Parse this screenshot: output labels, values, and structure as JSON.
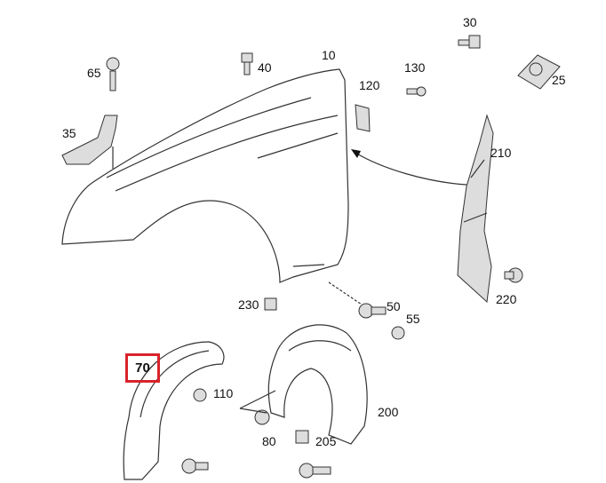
{
  "parts": [
    {
      "id": "30"
    },
    {
      "id": "65"
    },
    {
      "id": "40"
    },
    {
      "id": "10"
    },
    {
      "id": "130"
    },
    {
      "id": "25"
    },
    {
      "id": "120"
    },
    {
      "id": "35"
    },
    {
      "id": "210"
    },
    {
      "id": "220"
    },
    {
      "id": "230"
    },
    {
      "id": "50"
    },
    {
      "id": "55"
    },
    {
      "id": "110"
    },
    {
      "id": "200"
    },
    {
      "id": "80"
    },
    {
      "id": "205"
    }
  ],
  "highlighted_part": {
    "id": "70",
    "color": "#d8232a"
  }
}
